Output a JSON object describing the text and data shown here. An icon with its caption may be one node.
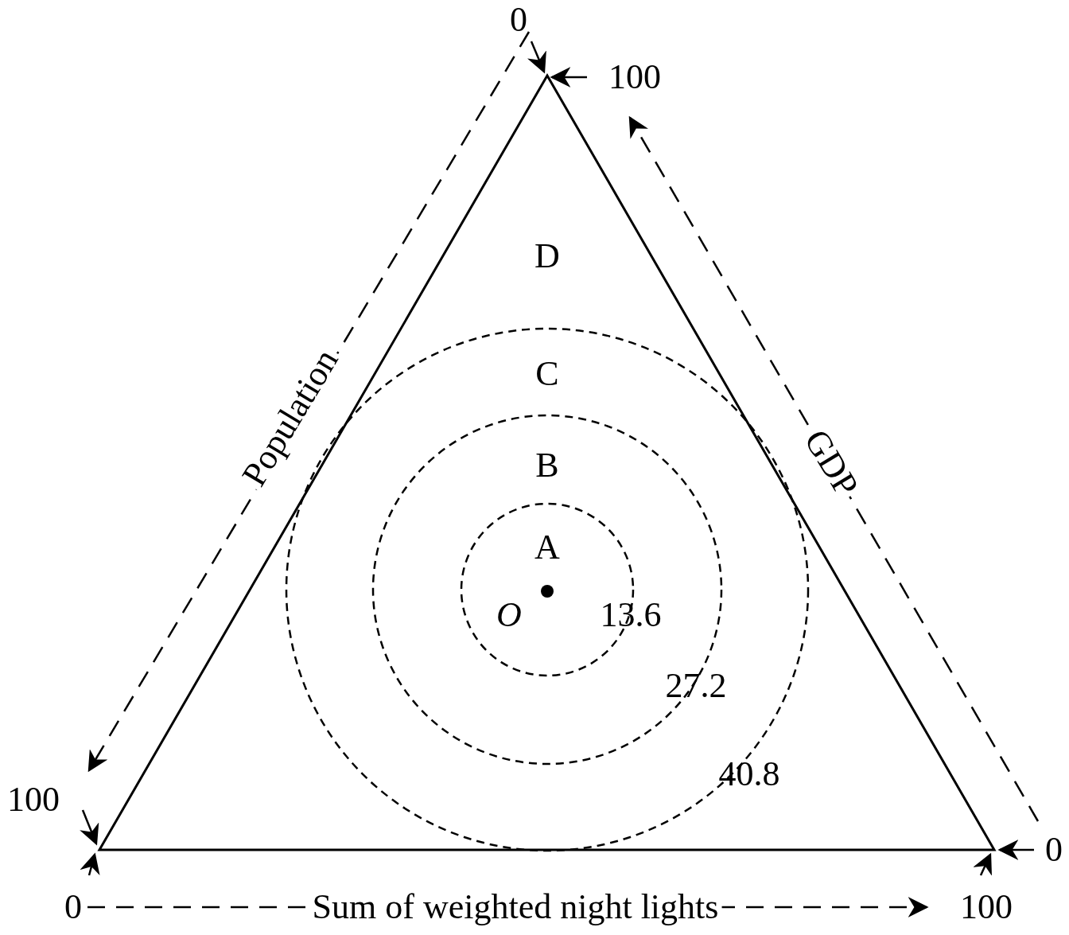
{
  "diagram": {
    "labels": [
      "0",
      "100",
      "D",
      "C",
      "Population",
      "GDP",
      "B",
      "A",
      "O",
      "13.6",
      "27.2",
      "40.8",
      "100",
      "0",
      "0",
      "Sum of weighted night lights",
      "100"
    ]
  }
}
